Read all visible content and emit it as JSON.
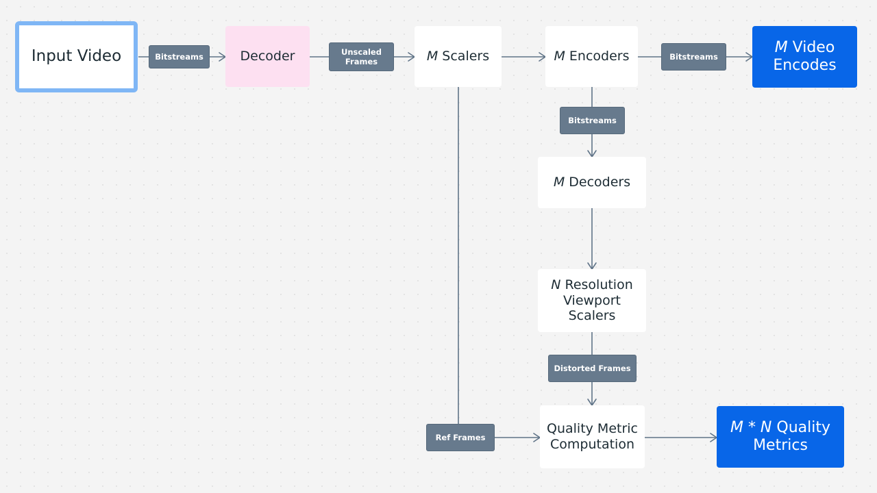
{
  "nodes": {
    "input_video": "Input Video",
    "decoder": "Decoder",
    "m_scalers": {
      "var": "M",
      "text": " Scalers"
    },
    "m_encoders": {
      "var": "M",
      "text": " Encoders"
    },
    "m_video_encodes": {
      "var": "M",
      "text": " Video Encodes"
    },
    "m_decoders": {
      "var": "M",
      "text": " Decoders"
    },
    "n_resolution_scalers": {
      "var": "N",
      "text": " Resolution Viewport Scalers"
    },
    "quality_metric_computation": "Quality Metric Computation",
    "mn_quality_metrics": {
      "var": "M * N",
      "text": " Quality Metrics"
    }
  },
  "edge_labels": {
    "bitstreams_1": "Bitstreams",
    "unscaled_frames": "Unscaled Frames",
    "bitstreams_2": "Bitstreams",
    "bitstreams_3": "Bitstreams",
    "distorted_frames": "Distorted Frames",
    "ref_frames": "Ref Frames"
  },
  "colors": {
    "background": "#f4f4f4",
    "input_border": "#7fb6f5",
    "decoder_fill": "#fde0f1",
    "output_fill": "#0866e8",
    "label_fill": "#677a8d",
    "connector": "#5f7387"
  }
}
